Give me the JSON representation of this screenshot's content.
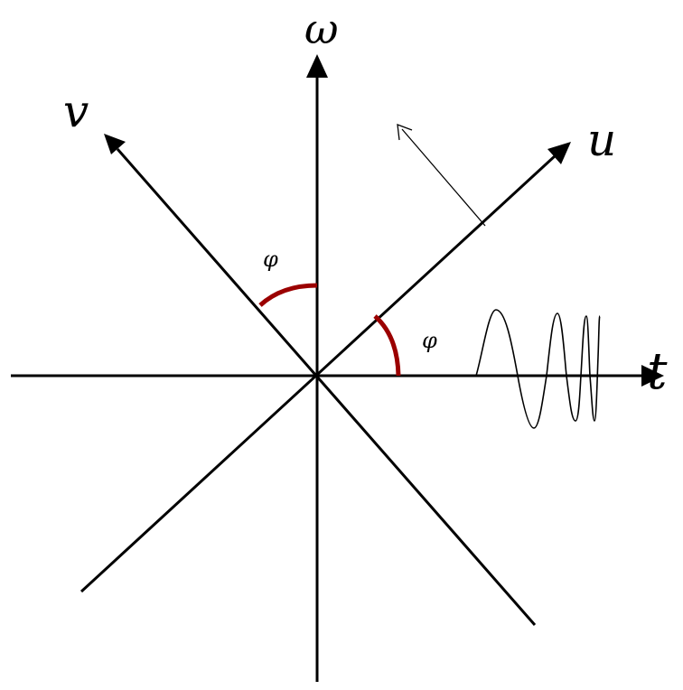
{
  "labels": {
    "omega": "ω",
    "v": "v",
    "u": "u",
    "t": "t",
    "phi_left": "φ",
    "phi_right": "φ"
  },
  "colors": {
    "axis": "#000000",
    "angle_arc": "#9b0000",
    "background": "#ffffff"
  }
}
